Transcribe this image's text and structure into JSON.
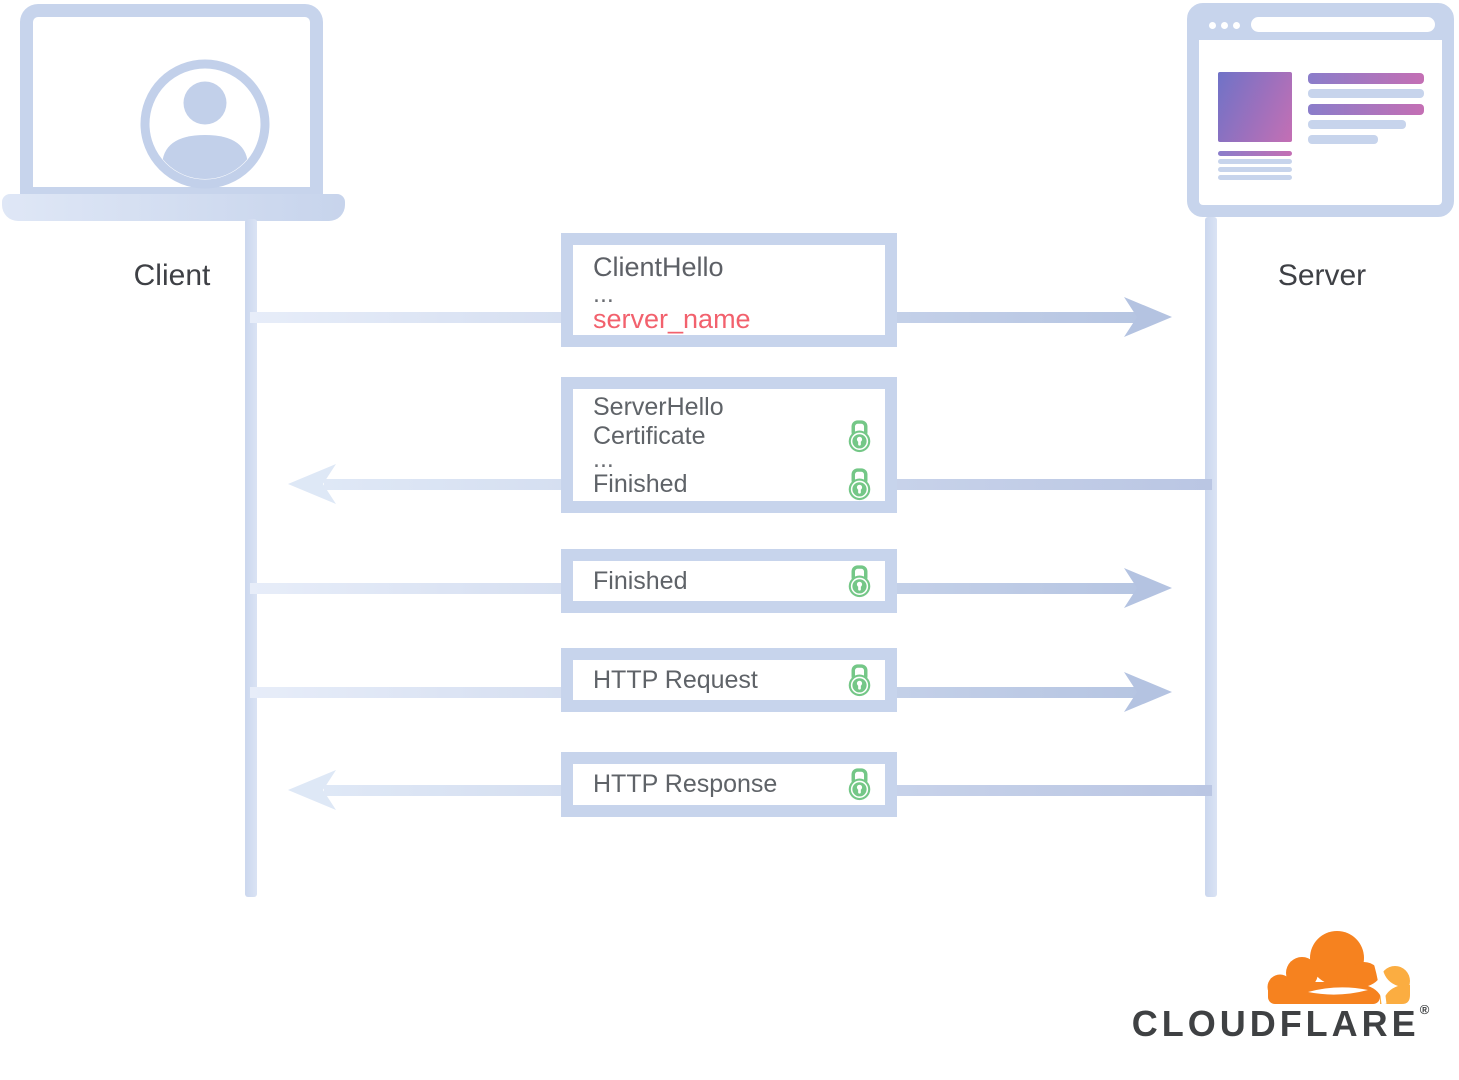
{
  "actors": {
    "client": {
      "label": "Client"
    },
    "server": {
      "label": "Server"
    }
  },
  "messages": [
    {
      "name": "ClientHello message",
      "direction": "client-to-server",
      "lines": [
        "ClientHello",
        "...",
        "server_name"
      ],
      "highlighted_line": "server_name",
      "encrypted_lines": []
    },
    {
      "name": "ServerHello message",
      "direction": "server-to-client",
      "lines": [
        "ServerHello",
        "Certificate",
        "...",
        "Finished"
      ],
      "encrypted_lines": [
        "Certificate",
        "Finished"
      ]
    },
    {
      "name": "Finished message",
      "direction": "client-to-server",
      "lines": [
        "Finished"
      ],
      "encrypted_lines": [
        "Finished"
      ]
    },
    {
      "name": "HTTP Request message",
      "direction": "client-to-server",
      "lines": [
        "HTTP Request"
      ],
      "encrypted_lines": [
        "HTTP Request"
      ]
    },
    {
      "name": "HTTP Response message",
      "direction": "server-to-client",
      "lines": [
        "HTTP Response"
      ],
      "encrypted_lines": [
        "HTTP Response"
      ]
    }
  ],
  "logo": {
    "brand": "CLOUDFLARE",
    "registered": "®"
  },
  "colors": {
    "diagram_blue": "#c7d4ec",
    "arrow_gradient_light": "#e7edf9",
    "arrow_gradient_dark": "#b6c5e2",
    "label_text": "#3e4045",
    "box_text": "#5f6368",
    "highlight_red": "#f2616d",
    "lock_green": "#74c787",
    "purple_gradient_start": "#6f72c7",
    "purple_gradient_end": "#c46fb4",
    "cloud_orange": "#f6821f",
    "cloud_light_orange": "#fbad41",
    "wordmark_gray": "#3f4143"
  }
}
